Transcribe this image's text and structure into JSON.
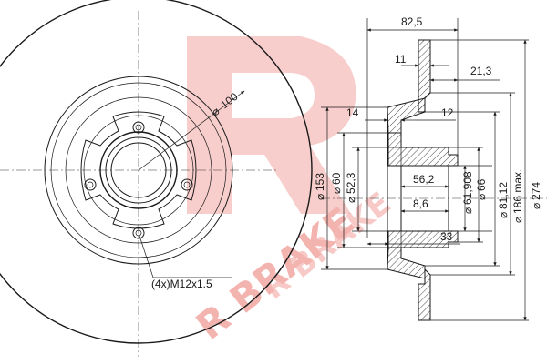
{
  "watermark": {
    "text": "R BRAKE",
    "color": "#f2a7a3"
  },
  "front_view": {
    "pcd_label": "100",
    "bolt_label": "(4x)M12x1.5"
  },
  "section_view": {
    "dims": {
      "overall_width": "82,5",
      "flange_11": "11",
      "offset_21_3": "21,3",
      "hat_14": "14",
      "hat_12": "12",
      "d153": "153",
      "d60": "60",
      "d52_3": "52,3",
      "bore_56_2": "56,2",
      "d61_908": "61,908",
      "d66": "66",
      "d81_12": "81,12",
      "d186": "186 max.",
      "d274": "274",
      "depth_8_6": "8,6",
      "height_33": "33"
    },
    "diameter_symbol": "⌀"
  }
}
